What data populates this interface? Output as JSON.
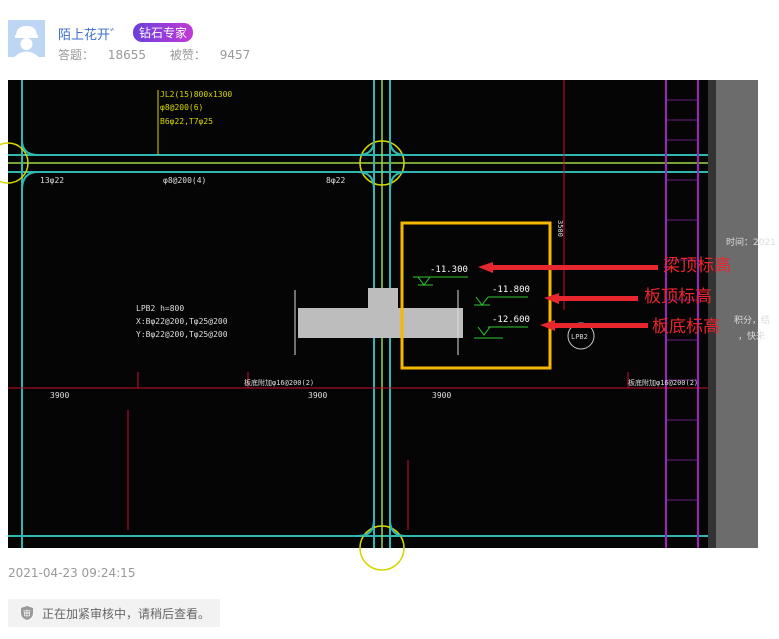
{
  "user": {
    "name": "陌上花开゛",
    "badge": "钻石专家",
    "answers_label": "答题：",
    "answers": "18655",
    "likes_label": "被赞：",
    "likes": "9457"
  },
  "drawing": {
    "beam_note_1": "JL2(15)800x1300",
    "beam_note_2": "φ8@200(6)",
    "beam_note_3": "B6φ22,T7φ25",
    "dim_1": "13φ22",
    "dim_2": "φ8@200(4)",
    "dim_3": "8φ22",
    "slab_1": "LPB2 h=800",
    "slab_2": "X:Bφ22@200,Tφ25@200",
    "slab_3": "Y:Bφ22@200,Tφ25@200",
    "elev_1": "-11.300",
    "elev_2": "-11.800",
    "elev_3": "-12.600",
    "lpb_tag": "LPB2",
    "span_1": "3900",
    "span_2": "3900",
    "span_3": "3900",
    "rebar_left": "板底附加φ16@200(2)",
    "rebar_right": "板底附加φ16@200(2)",
    "vert_dim": "3500",
    "callout_1": "梁顶标高",
    "callout_2": "板顶标高",
    "callout_3": "板底标高",
    "side_text_1": "时间：2021",
    "side_text_2": "积分，结",
    "side_text_3": "，快来"
  },
  "timestamp": "2021-04-23 09:24:15",
  "review_notice": "正在加紧审核中，请稍后查看。",
  "colors": {
    "accent_blue": "#3a6fc4",
    "callout_red": "#e8262d",
    "highlight_yellow": "#f5b800"
  }
}
